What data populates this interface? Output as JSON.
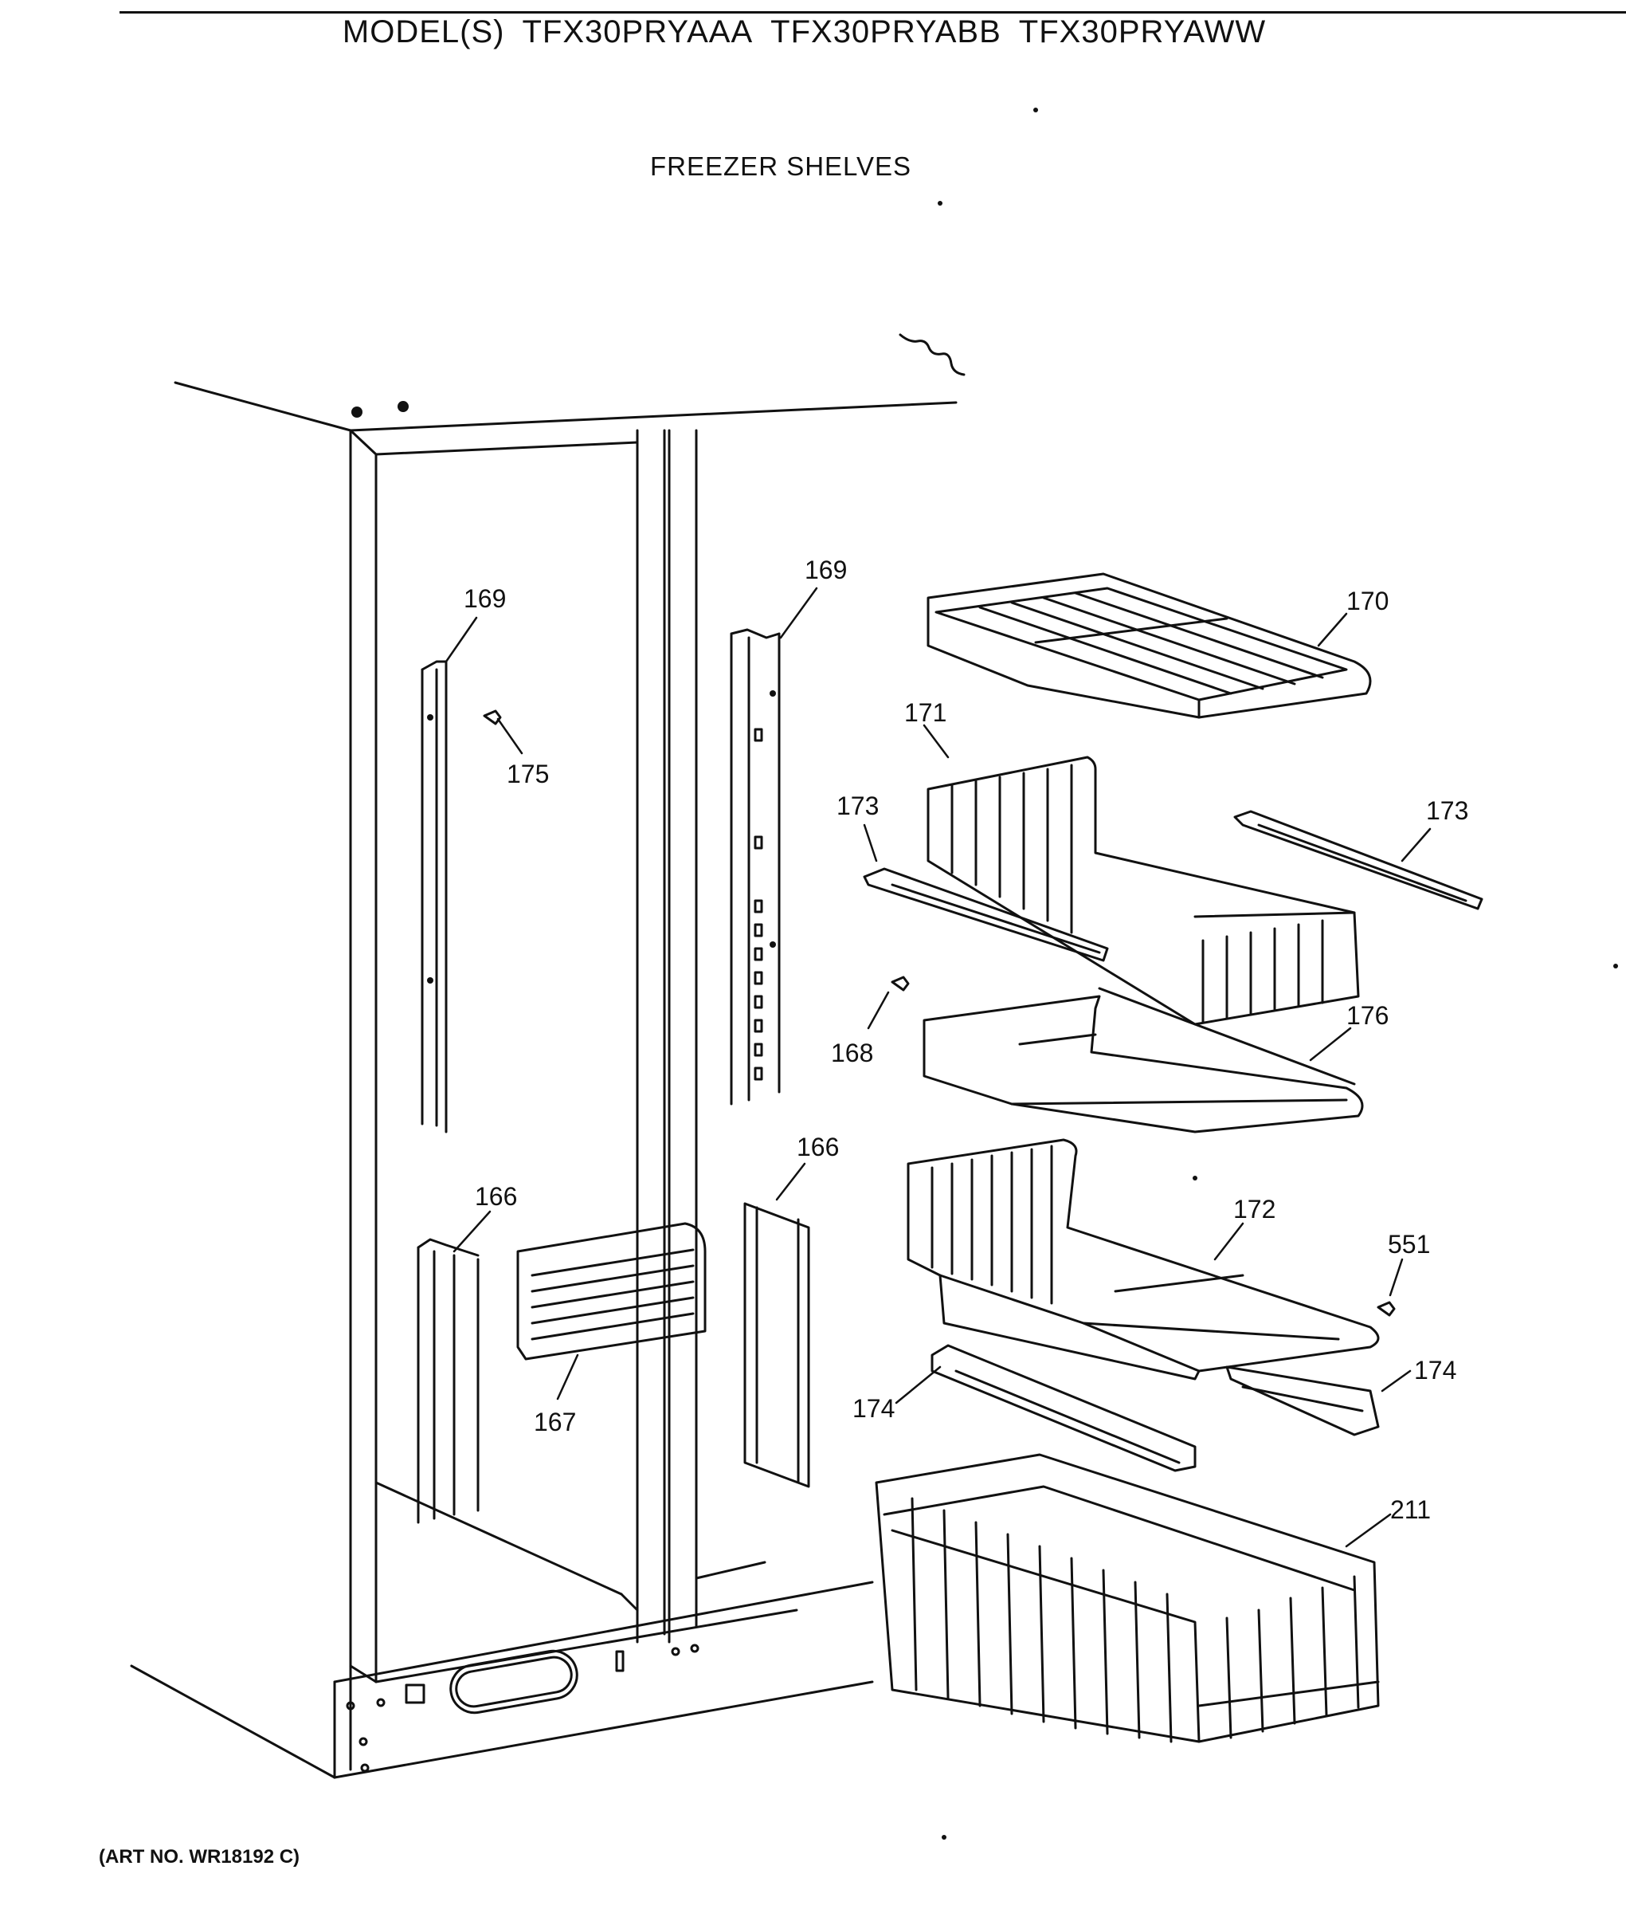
{
  "header": {
    "model_prefix": "MODEL(S)",
    "models": [
      "TFX30PRYAAA",
      "TFX30PRYABB",
      "TFX30PRYAWW"
    ]
  },
  "section_title": "FREEZER SHELVES",
  "footer": {
    "art_number": "(ART NO. WR18192 C)"
  },
  "callouts": [
    {
      "id": "c169a",
      "label": "169"
    },
    {
      "id": "c169b",
      "label": "169"
    },
    {
      "id": "c175",
      "label": "175"
    },
    {
      "id": "c170",
      "label": "170"
    },
    {
      "id": "c171",
      "label": "171"
    },
    {
      "id": "c173a",
      "label": "173"
    },
    {
      "id": "c173b",
      "label": "173"
    },
    {
      "id": "c168",
      "label": "168"
    },
    {
      "id": "c176",
      "label": "176"
    },
    {
      "id": "c166a",
      "label": "166"
    },
    {
      "id": "c166b",
      "label": "166"
    },
    {
      "id": "c167",
      "label": "167"
    },
    {
      "id": "c172",
      "label": "172"
    },
    {
      "id": "c551",
      "label": "551"
    },
    {
      "id": "c174a",
      "label": "174"
    },
    {
      "id": "c174b",
      "label": "174"
    },
    {
      "id": "c211",
      "label": "211"
    }
  ]
}
